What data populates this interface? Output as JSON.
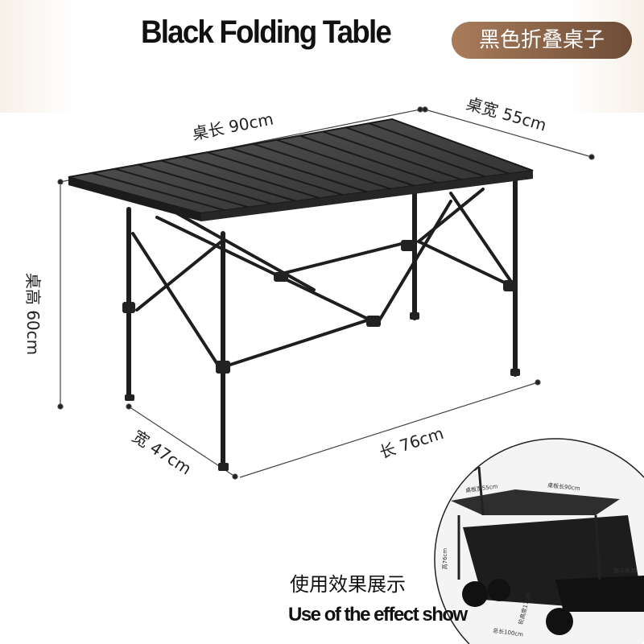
{
  "header": {
    "title": "Black Folding Table",
    "badge": "黑色折叠桌子"
  },
  "dimensions": {
    "top_length": "桌长 90cm",
    "top_width": "桌宽 55cm",
    "height": "桌高 60cm",
    "base_width": "宽 47cm",
    "base_length": "长 76cm"
  },
  "inset": {
    "labels": {
      "board_width": "桌板宽55cm",
      "board_length": "桌板长90cm",
      "height": "高76cm",
      "tray_length": "拖斗长35",
      "wheel_height": "轮高度17cm",
      "total_length": "总长100cm"
    }
  },
  "caption": {
    "chinese": "使用效果展示",
    "english": "Use of the effect show"
  },
  "colors": {
    "badge_start": "#a97c5b",
    "badge_end": "#6e4c36",
    "table": "#3a3a3a"
  }
}
